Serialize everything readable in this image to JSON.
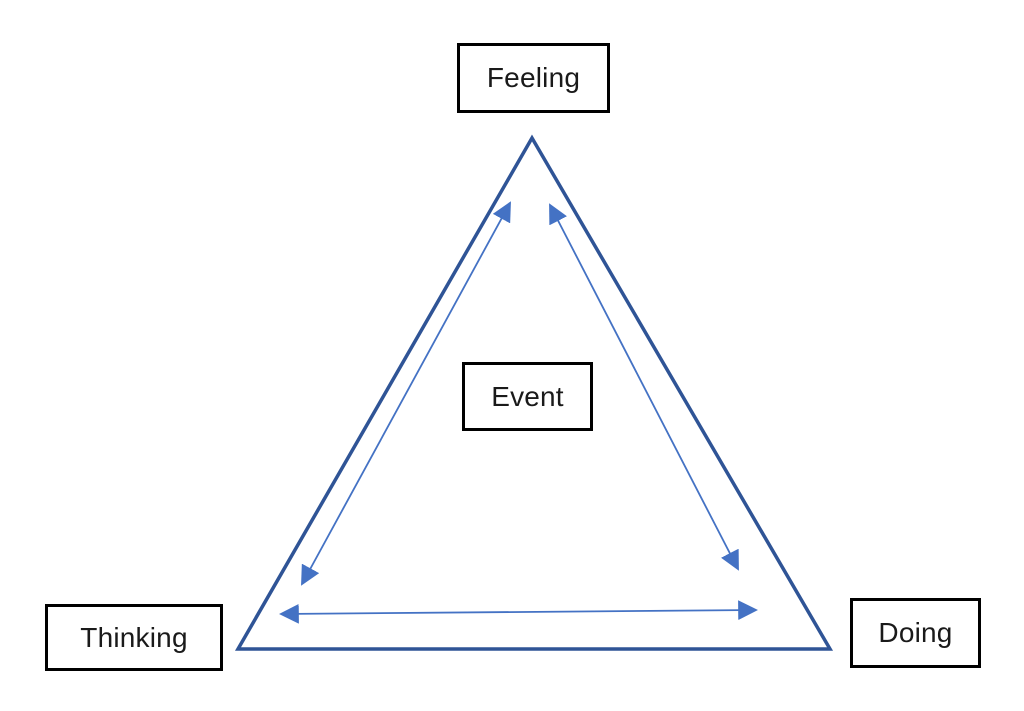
{
  "diagram": {
    "nodes": {
      "feeling": {
        "label": "Feeling"
      },
      "thinking": {
        "label": "Thinking"
      },
      "doing": {
        "label": "Doing"
      },
      "event": {
        "label": "Event"
      }
    },
    "edges": [
      {
        "from": "Thinking",
        "to": "Feeling",
        "bidirectional": true
      },
      {
        "from": "Feeling",
        "to": "Doing",
        "bidirectional": true
      },
      {
        "from": "Thinking",
        "to": "Doing",
        "bidirectional": true
      }
    ],
    "colors": {
      "triangle_stroke": "#2F5496",
      "arrow": "#4472C4",
      "box_border": "#000000",
      "text": "#1a1a1a",
      "background": "#ffffff"
    }
  }
}
